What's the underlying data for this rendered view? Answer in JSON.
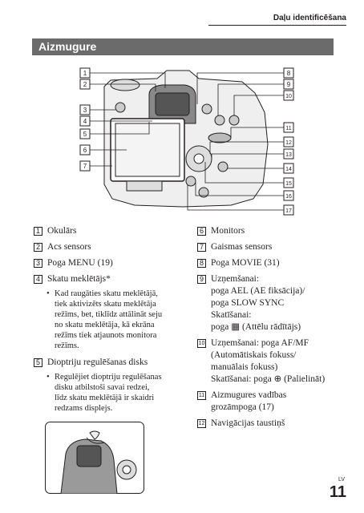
{
  "header": {
    "running_title": "Daļu identificēšana"
  },
  "section": {
    "title": "Aizmugure"
  },
  "diagram": {
    "callouts": [
      "1",
      "2",
      "3",
      "4",
      "5",
      "6",
      "7",
      "8",
      "9",
      "10",
      "11",
      "12",
      "13",
      "14",
      "15",
      "16",
      "17"
    ]
  },
  "left_items": [
    {
      "num": "1",
      "lines": [
        "Okulārs"
      ]
    },
    {
      "num": "2",
      "lines": [
        "Acs sensors"
      ]
    },
    {
      "num": "3",
      "lines": [
        "Poga MENU (19)"
      ]
    },
    {
      "num": "4",
      "lines": [
        "Skatu meklētājs*"
      ],
      "bullet": [
        "Kad raugāties skatu meklētājā,",
        "tiek aktivizēts skatu meklētāja",
        "režīms, bet, tiklīdz attālināt seju",
        "no skatu meklētāja, kā ekrāna",
        "režīms tiek atjaunots monitora",
        "režīms."
      ]
    },
    {
      "num": "5",
      "lines": [
        "Dioptriju regulēšanas disks"
      ],
      "bullet": [
        "Regulējiet dioptriju regulēšanas",
        "disku atbilstoši savai redzei,",
        "līdz skatu meklētājā ir skaidri",
        "redzams displejs."
      ]
    }
  ],
  "right_items": [
    {
      "num": "6",
      "lines": [
        "Monitors"
      ]
    },
    {
      "num": "7",
      "lines": [
        "Gaismas sensors"
      ]
    },
    {
      "num": "8",
      "lines": [
        "Poga MOVIE (31)"
      ]
    },
    {
      "num": "9",
      "lines": [
        "Uzņemšanai:",
        "poga AEL (AE fiksācija)/",
        "poga SLOW SYNC",
        "Skatīšanai:",
        "poga ▦ (Attēlu rādītājs)"
      ]
    },
    {
      "num": "10",
      "lines": [
        "Uzņemšanai: poga AF/MF",
        "(Automātiskais fokuss/",
        "manuālais fokuss)",
        "Skatīšanai: poga ⊕ (Palielināt)"
      ]
    },
    {
      "num": "11",
      "lines": [
        "Aizmugures vadības",
        "grozāmpoga (17)"
      ]
    },
    {
      "num": "12",
      "lines": [
        "Navigācijas taustiņš"
      ]
    }
  ],
  "footer": {
    "lang": "LV",
    "page": "11"
  }
}
